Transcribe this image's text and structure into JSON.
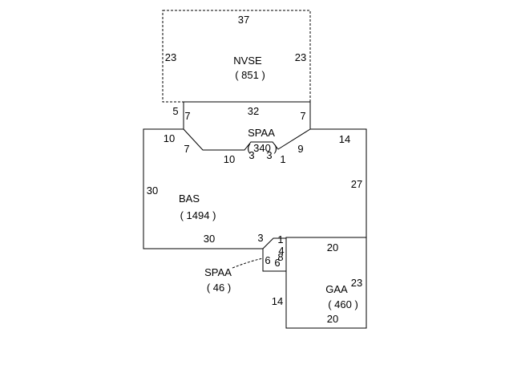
{
  "areas": {
    "nvse": {
      "name": "NVSE",
      "area": "( 851 )"
    },
    "spaa_upper": {
      "name": "SPAA",
      "area": "( 340 )"
    },
    "bas": {
      "name": "BAS",
      "area": "( 1494 )"
    },
    "spaa_lower": {
      "name": "SPAA",
      "area": "( 46 )"
    },
    "gaa": {
      "name": "GAA",
      "area": "( 460 )"
    }
  },
  "dimensions": {
    "nvse_top": "37",
    "nvse_left": "23",
    "nvse_right": "23",
    "nvse_bottom": "32",
    "spaa_left_vertical": "5",
    "spaa_left_inner": "7",
    "spaa_right_inner": "7",
    "spaa_left_diag": "7",
    "spaa_bottom": "10",
    "spaa_step1": "3",
    "spaa_step2": "3",
    "spaa_step3": "1",
    "spaa_right_diag": "9",
    "bas_top_left": "10",
    "bas_top_right": "14",
    "bas_left": "30",
    "bas_right": "27",
    "bas_bottom": "30",
    "notch_top": "3",
    "notch_right": "1",
    "notch_4": "4",
    "notch_8": "8",
    "small_left": "6",
    "small_right": "6",
    "gaa_top": "20",
    "gaa_right": "23",
    "gaa_left": "14",
    "gaa_bottom": "20"
  }
}
